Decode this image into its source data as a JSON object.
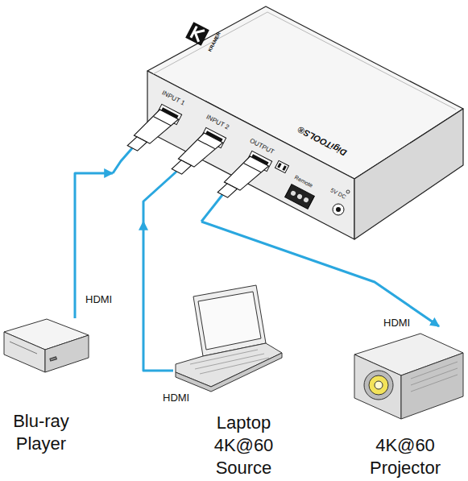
{
  "diagram": {
    "nodes": [
      {
        "text": [
          "INPUT 1",
          "INPUT 2",
          "OUTPUT",
          "Remote",
          "5V DC",
          "DigiTOOLS®"
        ]
      },
      {
        "text": [
          "Blu-ray Player"
        ]
      },
      {
        "text": [
          "Laptop 4K@60 Source"
        ]
      },
      {
        "text": [
          "4K@60 Projector"
        ]
      }
    ],
    "edges": [
      {
        "from": 1,
        "to": 0,
        "label": "HDMI",
        "arrow": "to"
      },
      {
        "from": 2,
        "to": 0,
        "label": "HDMI",
        "arrow": "to"
      },
      {
        "from": 0,
        "to": 3,
        "label": "HDMI",
        "arrow": "to"
      }
    ],
    "labels": [
      "KRAMER"
    ]
  }
}
